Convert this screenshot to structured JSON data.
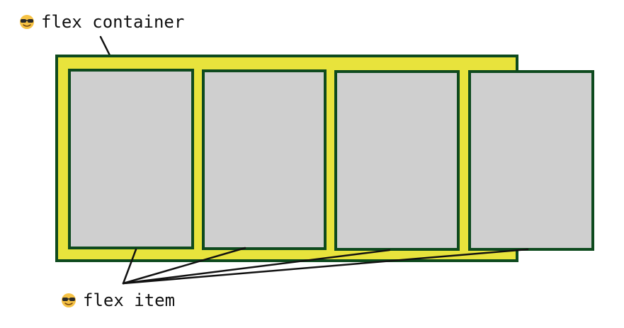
{
  "labels": {
    "container": "flex container",
    "item": "flex item",
    "emoji_icon": "smiling-face-with-sunglasses-icon"
  },
  "colors": {
    "container_fill": "#e8e33c",
    "border": "#0e4a1e",
    "item_fill": "#cfcfcf",
    "line": "#111111",
    "emoji_face": "#f6c244",
    "emoji_glasses": "#2a2a2a"
  },
  "diagram": {
    "item_count": 4
  }
}
